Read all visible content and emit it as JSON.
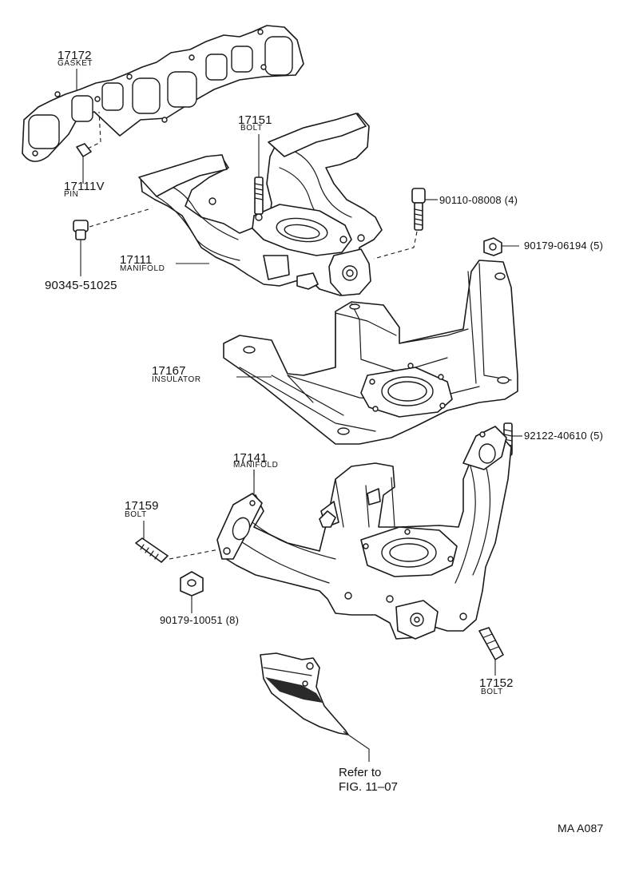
{
  "diagram": {
    "code": "MA A087",
    "parts": {
      "gasket": {
        "number": "17172",
        "name": "GASKET"
      },
      "pin": {
        "number": "17111V",
        "name": "PIN"
      },
      "bolt_upper": {
        "number": "17151",
        "name": "BOLT"
      },
      "bolt_90110": {
        "number": "90110-08008 (4)"
      },
      "plug_90345": {
        "number": "90345-51025"
      },
      "manifold_upper": {
        "number": "17111",
        "name": "MANIFOLD"
      },
      "nut_90179_06194": {
        "number": "90179-06194 (5)"
      },
      "insulator": {
        "number": "17167",
        "name": "INSULATOR"
      },
      "stud_92122": {
        "number": "92122-40610 (5)"
      },
      "manifold_lower": {
        "number": "17141",
        "name": "MANIFOLD"
      },
      "bolt_17159": {
        "number": "17159",
        "name": "BOLT"
      },
      "nut_90179_10051": {
        "number": "90179-10051 (8)"
      },
      "bolt_17152": {
        "number": "17152",
        "name": "BOLT"
      }
    },
    "reference": {
      "line1": "Refer to",
      "line2": "FIG. 11–07"
    }
  }
}
